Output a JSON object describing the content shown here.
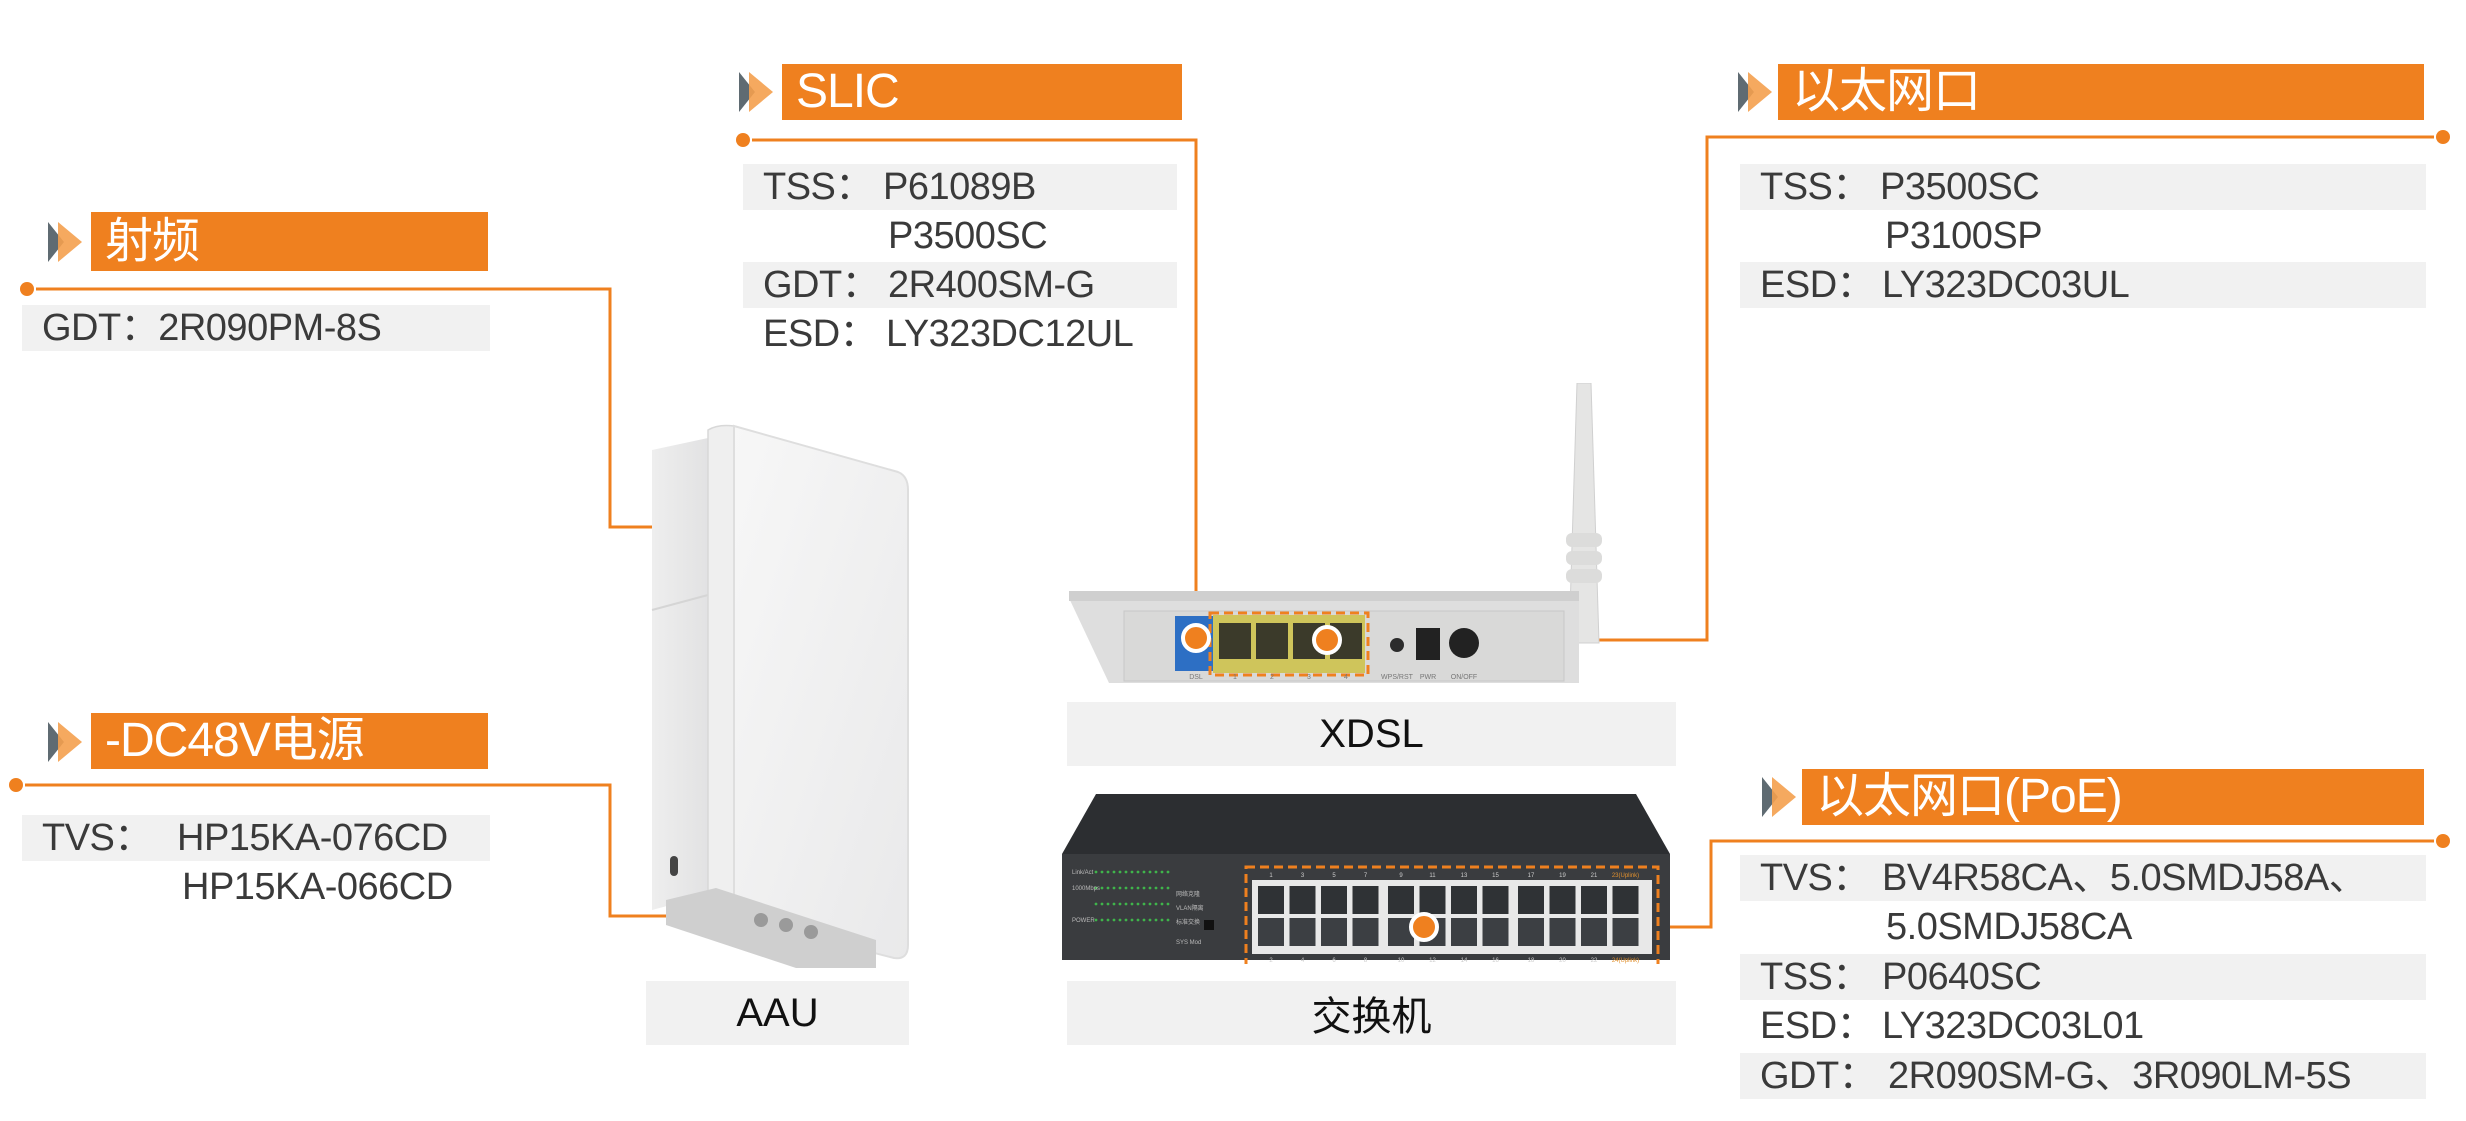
{
  "colors": {
    "accent": "#ef801f",
    "accent_light": "#f4a04e",
    "arrow_dark": "#5f6b72",
    "row_shade": "#f1f1f1",
    "text": "#3a3a3a"
  },
  "sections": {
    "rf": {
      "title": "射频",
      "rows": [
        {
          "key": "GDT：",
          "value": "2R090PM-8S",
          "shaded": true
        }
      ]
    },
    "dc48v": {
      "title": "-DC48V电源",
      "rows": [
        {
          "key": "TVS：",
          "value": "HP15KA-076CD",
          "shaded": true
        },
        {
          "key": "",
          "value": "HP15KA-066CD",
          "shaded": false
        }
      ]
    },
    "slic": {
      "title": "SLIC",
      "rows": [
        {
          "key": "TSS：",
          "value": "P61089B",
          "shaded": true
        },
        {
          "key": "",
          "value": "P3500SC",
          "shaded": false
        },
        {
          "key": "GDT：",
          "value": "2R400SM-G",
          "shaded": true
        },
        {
          "key": "ESD：",
          "value": "LY323DC12UL",
          "shaded": false
        }
      ]
    },
    "ethernet": {
      "title": "以太网口",
      "rows": [
        {
          "key": "TSS：",
          "value": "P3500SC",
          "shaded": true
        },
        {
          "key": "",
          "value": "P3100SP",
          "shaded": false
        },
        {
          "key": "ESD：",
          "value": "LY323DC03UL",
          "shaded": true
        }
      ]
    },
    "poe": {
      "title": "以太网口(PoE)",
      "rows": [
        {
          "key": "TVS：",
          "value": "BV4R58CA、5.0SMDJ58A、",
          "shaded": true
        },
        {
          "key": "",
          "value": "5.0SMDJ58CA",
          "shaded": false
        },
        {
          "key": "TSS：",
          "value": "P0640SC",
          "shaded": true
        },
        {
          "key": "ESD：",
          "value": "LY323DC03L01",
          "shaded": false
        },
        {
          "key": "GDT：",
          "value": "2R090SM-G、3R090LM-5S",
          "shaded": true
        }
      ]
    }
  },
  "devices": {
    "aau": {
      "label": "AAU"
    },
    "xdsl": {
      "label": "XDSL",
      "port_labels": [
        "DSL",
        "1",
        "2",
        "3",
        "4",
        "WPS/RST",
        "PWR",
        "ON/OFF"
      ]
    },
    "switch": {
      "label": "交换机",
      "top_port_numbers": [
        "1",
        "3",
        "5",
        "7",
        "9",
        "11",
        "13",
        "15",
        "17",
        "19",
        "21",
        "23(Uplink)"
      ],
      "bottom_port_numbers": [
        "2",
        "4",
        "6",
        "8",
        "10",
        "12",
        "14",
        "16",
        "18",
        "20",
        "22",
        "24(Uplink)"
      ],
      "panel_labels": [
        "Link/Act",
        "1000Mbps",
        "POWER",
        "SYS Mod"
      ],
      "mode_labels": [
        "网络克隆",
        "VLAN隔离",
        "标准交换"
      ]
    }
  }
}
